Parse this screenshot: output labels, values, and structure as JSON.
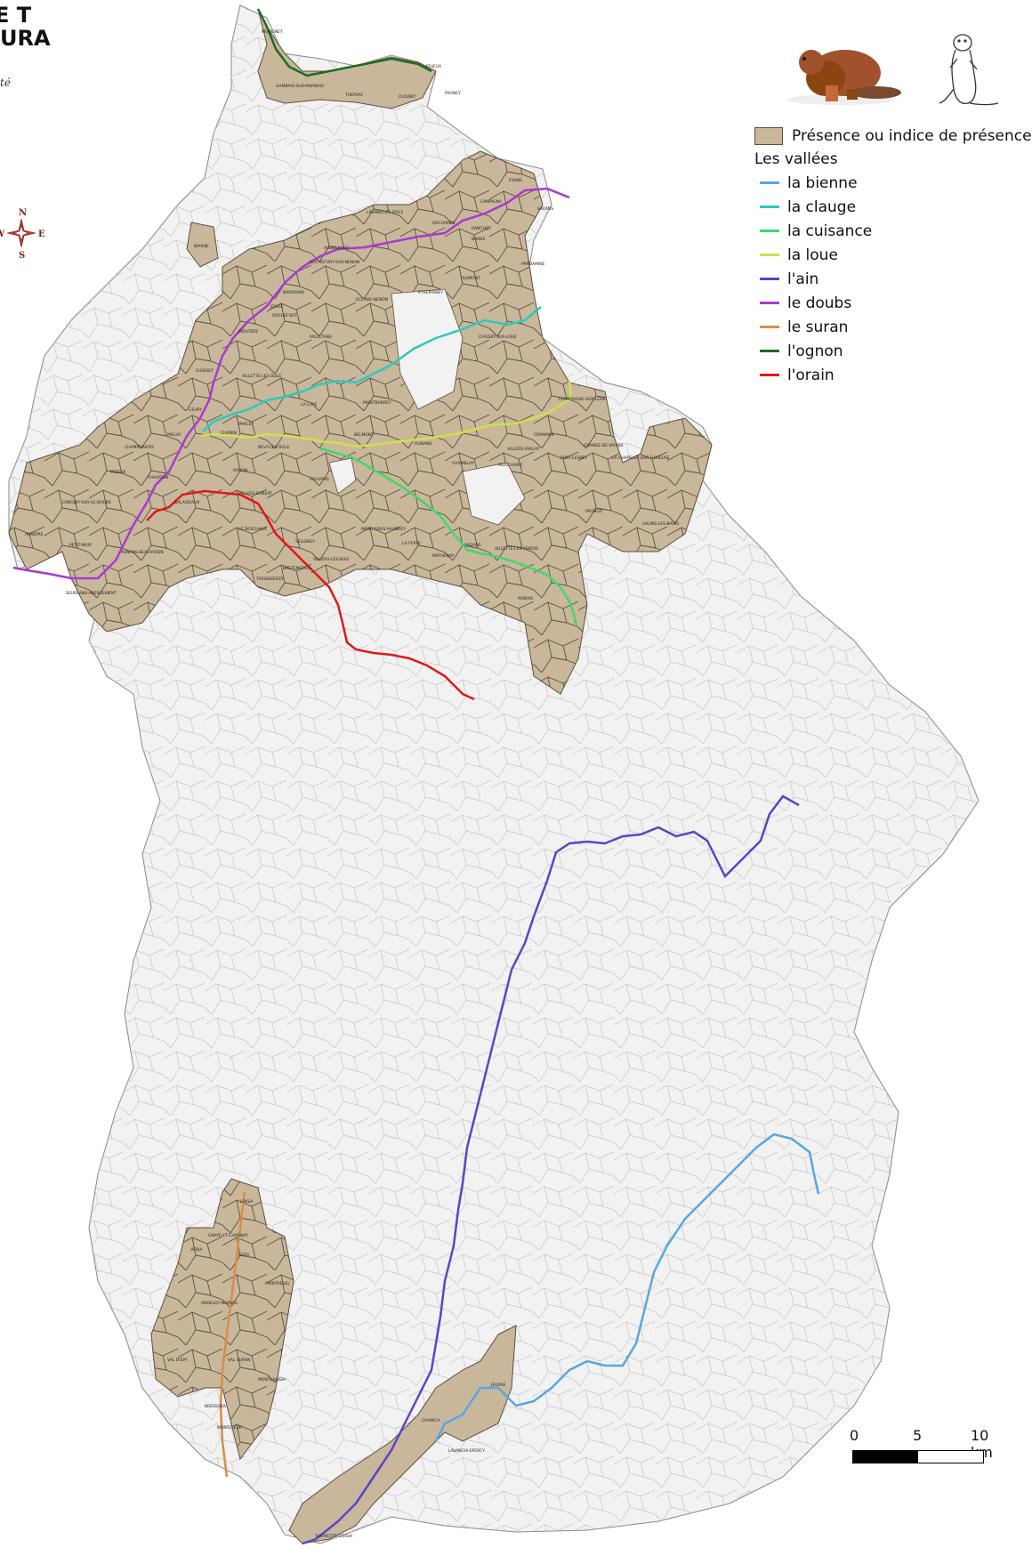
{
  "title": {
    "line1": "E T",
    "line2": "URA"
  },
  "subtitle": "té",
  "compass": {
    "n": "N",
    "s": "S",
    "e": "E",
    "w": "W"
  },
  "legend": {
    "presence_label": "Présence ou indice de présence",
    "presence_color": "#c8b79a",
    "heading": "Les vallées",
    "rivers": [
      {
        "name": "la bienne",
        "color": "#5aa6e0"
      },
      {
        "name": "la clauge",
        "color": "#2cc9c0"
      },
      {
        "name": "la cuisance",
        "color": "#3fd86a"
      },
      {
        "name": "la loue",
        "color": "#cfe04a"
      },
      {
        "name": "l'ain",
        "color": "#5a44c8"
      },
      {
        "name": "le doubs",
        "color": "#a83ad0"
      },
      {
        "name": "le suran",
        "color": "#d98c4a"
      },
      {
        "name": "l'ognon",
        "color": "#1f6b1f"
      },
      {
        "name": "l'orain",
        "color": "#e01818"
      }
    ]
  },
  "scale": {
    "labels": [
      "0",
      "5",
      "10 km"
    ]
  },
  "communes": [
    "MUTIGNEY",
    "GAMBAIS-SUR-MARNAIS",
    "THERVAY",
    "OUGNEY",
    "ATHEUX",
    "PAGNEY",
    "EVANS",
    "SALANS",
    "CAMPIGNY",
    "LAVANS-LES-DOLE",
    "ORCHAMPS",
    "ROCHEFORT-SUR-NENON",
    "AUDELANGE",
    "BAVERANS",
    "BIARNE",
    "BRANS",
    "PARDAMINE",
    "RANCHOT",
    "JOUHE",
    "MOUTERE",
    "FALLETANS",
    "ROCHEFORT",
    "ECLANS-NENON",
    "ETREPIGNEY",
    "PLUMONT",
    "CHISSEY-SUR-LOUE",
    "CHOISEY",
    "VILLETTE-LES-DOLE",
    "CHAMPAGNE-SUR-LOUE",
    "LA LOYE",
    "MONTBARREY",
    "CRAMANS",
    "GEVRY",
    "PARCEY",
    "BELMONT",
    "OUNANS",
    "VILLERS-FARLAY",
    "MOLAY",
    "CHAMPDIVERS",
    "NEVY-LES-DOLE",
    "CHEMIN",
    "CHAMBLAY",
    "MOUCHARD",
    "GRANGE-DE-VAIVRE",
    "PORT-LESNEY",
    "LA CHAPELLE-SUR-FURIEUSE",
    "PESEUX",
    "CHAUSSIN",
    "RAHON",
    "SOUVANS",
    "VILLERS-ROBERT",
    "SALINS-LES-BAINS",
    "PAGNOZ",
    "ANNOIRE",
    "LONGWY-SUR-LE-DOUBS",
    "BALAISEAUX",
    "LE DESCHAUX",
    "SELIGNEY",
    "MONT-SOUS-VAUDREY",
    "LA FERTE",
    "VADANS",
    "VILLETTE-LES-ARBOIS",
    "PETIT-NOIR",
    "ASNANS-BEAUVOISIN",
    "VILLERS-LES-BOIS",
    "MATHENAY",
    "ARBOIS",
    "SEURLANS-ABERGEMENT",
    "TASSENIERES",
    "BRETENIERES",
    "LOISIA",
    "GRAYE-ET-CHARNAY",
    "VERIA",
    "GIZIA",
    "MONTREVEL",
    "ANDELOT-MORVAL",
    "VAL D'EPY",
    "VAL SURAN",
    "MONTLAINSIA",
    "BRESSIZIA",
    "MONTFLEUR",
    "CHANCIA",
    "LAVANCIA-EPERCY",
    "THOIRETTE-COISIA",
    "JEURRE"
  ]
}
